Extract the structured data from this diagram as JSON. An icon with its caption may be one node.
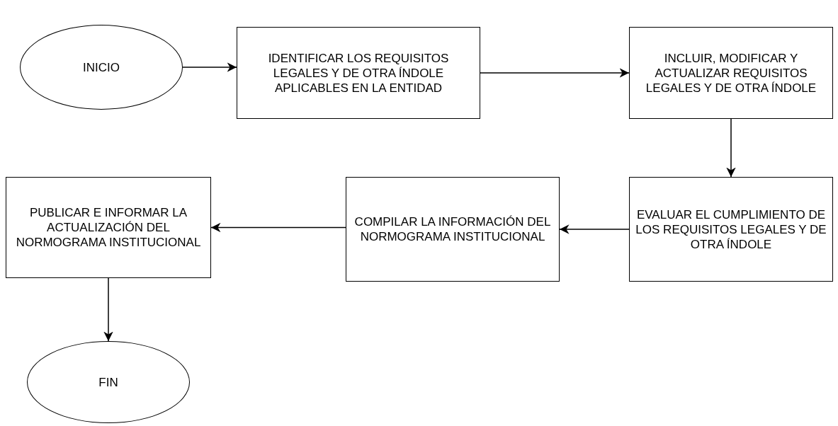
{
  "diagram": {
    "nodes": [
      {
        "text": [
          "INICIO"
        ]
      },
      {
        "text": [
          "IDENTIFICAR LOS REQUISITOS LEGALES Y DE OTRA ÍNDOLE APLICABLES EN LA ENTIDAD"
        ]
      },
      {
        "text": [
          "INCLUIR, MODIFICAR Y ACTUALIZAR REQUISITOS LEGALES Y DE OTRA ÍNDOLE"
        ]
      },
      {
        "text": [
          "EVALUAR EL CUMPLIMIENTO DE LOS REQUISITOS LEGALES Y DE OTRA ÍNDOLE"
        ]
      },
      {
        "text": [
          "COMPILAR LA INFORMACIÓN DEL NORMOGRAMA INSTITUCIONAL"
        ]
      },
      {
        "text": [
          "PUBLICAR E INFORMAR LA ACTUALIZACIÓN DEL NORMOGRAMA INSTITUCIONAL"
        ]
      },
      {
        "text": [
          "FIN"
        ]
      }
    ],
    "edges": [
      {
        "from": 0,
        "to": 1,
        "arrow": "to"
      },
      {
        "from": 1,
        "to": 2,
        "arrow": "to"
      },
      {
        "from": 2,
        "to": 3,
        "arrow": "to"
      },
      {
        "from": 3,
        "to": 4,
        "arrow": "to"
      },
      {
        "from": 4,
        "to": 5,
        "arrow": "to"
      },
      {
        "from": 5,
        "to": 6,
        "arrow": "to"
      }
    ]
  }
}
